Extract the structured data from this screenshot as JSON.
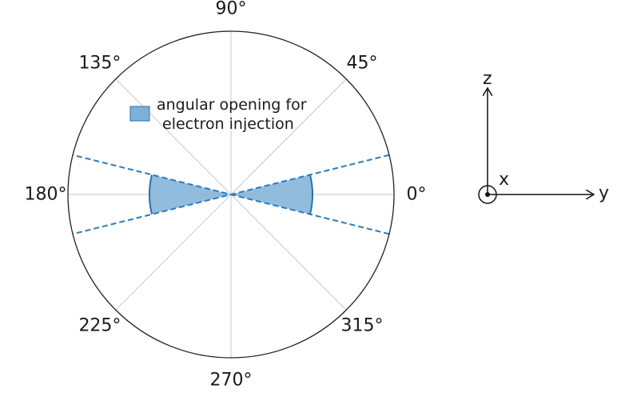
{
  "polar": {
    "angle_ticks": [
      {
        "deg": 0,
        "label": "0°"
      },
      {
        "deg": 45,
        "label": "45°"
      },
      {
        "deg": 90,
        "label": "90°"
      },
      {
        "deg": 135,
        "label": "135°"
      },
      {
        "deg": 180,
        "label": "180°"
      },
      {
        "deg": 225,
        "label": "225°"
      },
      {
        "deg": 270,
        "label": "270°"
      },
      {
        "deg": 315,
        "label": "315°"
      }
    ],
    "opening_half_angle_deg": 14,
    "wedge_radius_fraction": 0.5,
    "colors": {
      "wedge_fill": "#7fb0d8",
      "wedge_edge": "#2b6fb0",
      "dashed_line": "#2b7bbd",
      "grid": "#c8c8c8",
      "outline": "#222222"
    }
  },
  "legend": {
    "label_line1": "angular opening for",
    "label_line2": "electron injection"
  },
  "axes": {
    "up_label": "z",
    "right_label": "y",
    "out_of_page_label": "x"
  }
}
